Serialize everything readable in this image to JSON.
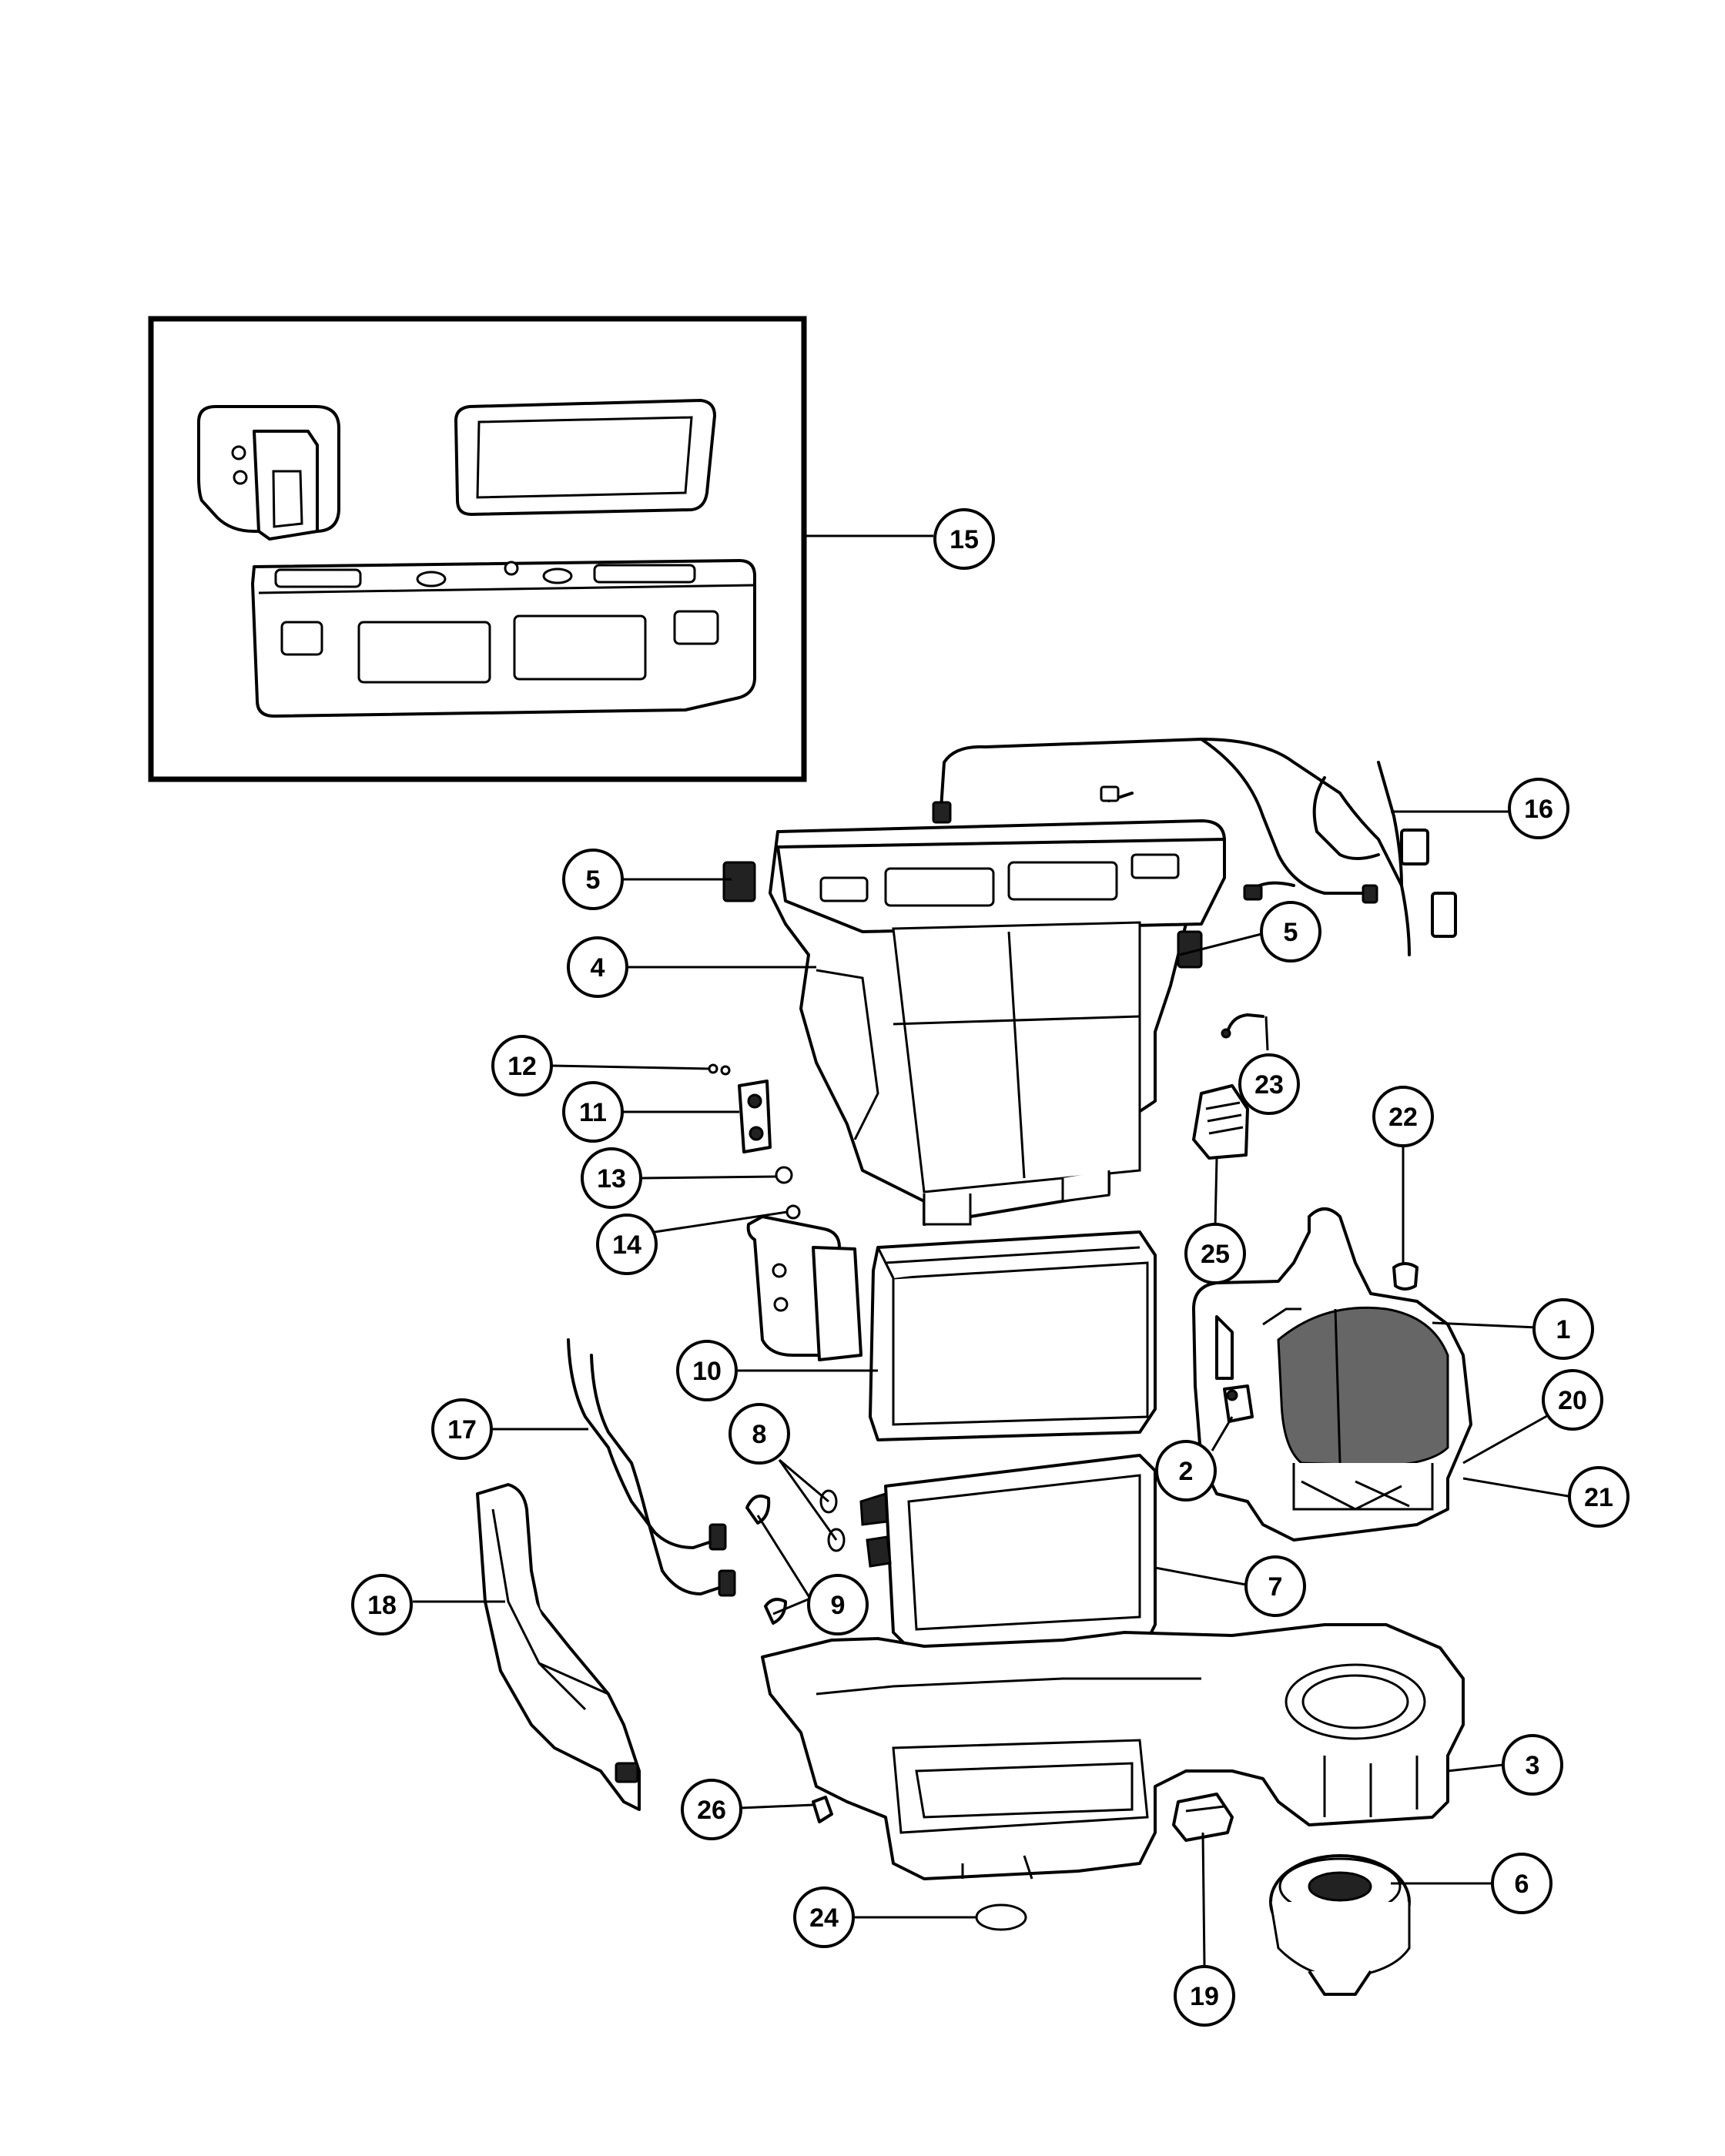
{
  "diagram": {
    "type": "exploded-parts-diagram",
    "line_color": "#000000",
    "background": "#ffffff",
    "callouts": [
      {
        "id": "c1",
        "label": "1"
      },
      {
        "id": "c2",
        "label": "2"
      },
      {
        "id": "c3",
        "label": "3"
      },
      {
        "id": "c4",
        "label": "4"
      },
      {
        "id": "c5a",
        "label": "5"
      },
      {
        "id": "c5b",
        "label": "5"
      },
      {
        "id": "c6",
        "label": "6"
      },
      {
        "id": "c7",
        "label": "7"
      },
      {
        "id": "c8",
        "label": "8"
      },
      {
        "id": "c9",
        "label": "9"
      },
      {
        "id": "c10",
        "label": "10"
      },
      {
        "id": "c11",
        "label": "11"
      },
      {
        "id": "c12",
        "label": "12"
      },
      {
        "id": "c13",
        "label": "13"
      },
      {
        "id": "c14",
        "label": "14"
      },
      {
        "id": "c15",
        "label": "15"
      },
      {
        "id": "c16",
        "label": "16"
      },
      {
        "id": "c17",
        "label": "17"
      },
      {
        "id": "c18",
        "label": "18"
      },
      {
        "id": "c19",
        "label": "19"
      },
      {
        "id": "c20",
        "label": "20"
      },
      {
        "id": "c21",
        "label": "21"
      },
      {
        "id": "c22",
        "label": "22"
      },
      {
        "id": "c23",
        "label": "23"
      },
      {
        "id": "c24",
        "label": "24"
      },
      {
        "id": "c25",
        "label": "25"
      },
      {
        "id": "c26",
        "label": "26"
      }
    ]
  }
}
